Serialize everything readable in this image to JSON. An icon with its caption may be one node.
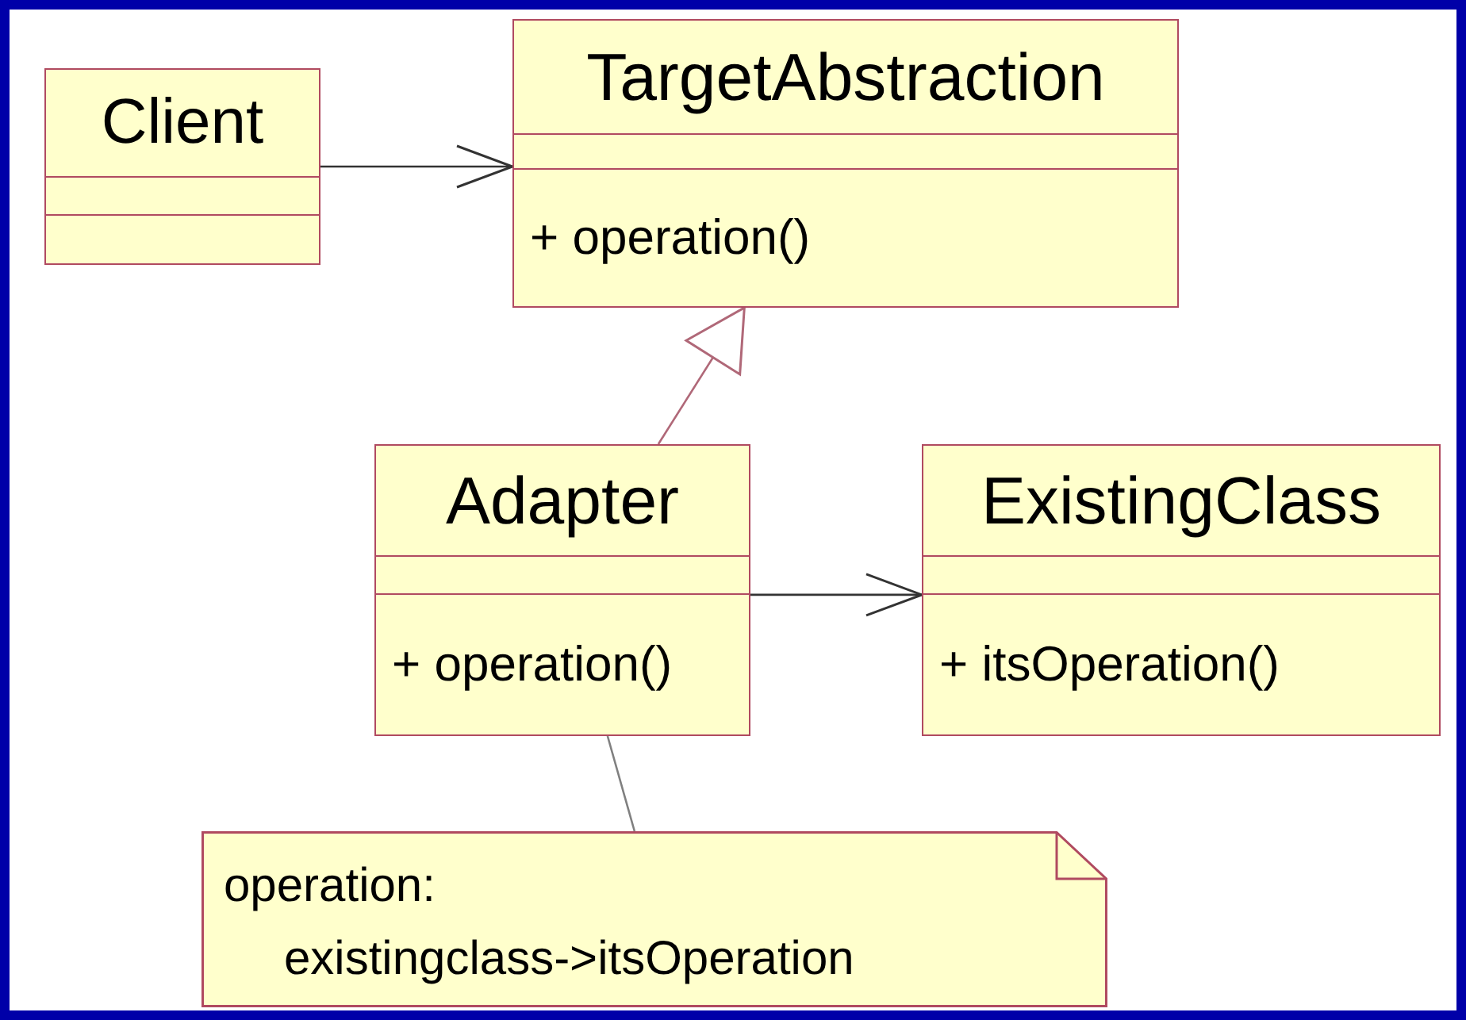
{
  "diagram": {
    "nodes": [
      {
        "text": [
          "Client"
        ]
      },
      {
        "text": [
          "TargetAbstraction",
          "+ operation()"
        ]
      },
      {
        "text": [
          "Adapter",
          "+ operation()"
        ]
      },
      {
        "text": [
          "ExistingClass",
          "+ itsOperation()"
        ]
      },
      {
        "text": [
          "operation: existingclass->itsOperation"
        ]
      }
    ],
    "edges": [
      {
        "from": 0,
        "to": 1,
        "arrow": "to"
      },
      {
        "from": 2,
        "to": 1,
        "arrow": "to",
        "color": "#b06878"
      },
      {
        "from": 2,
        "to": 3,
        "arrow": "to"
      },
      {
        "from": 4,
        "to": 2,
        "arrow": "none",
        "color": "#808080"
      }
    ]
  }
}
